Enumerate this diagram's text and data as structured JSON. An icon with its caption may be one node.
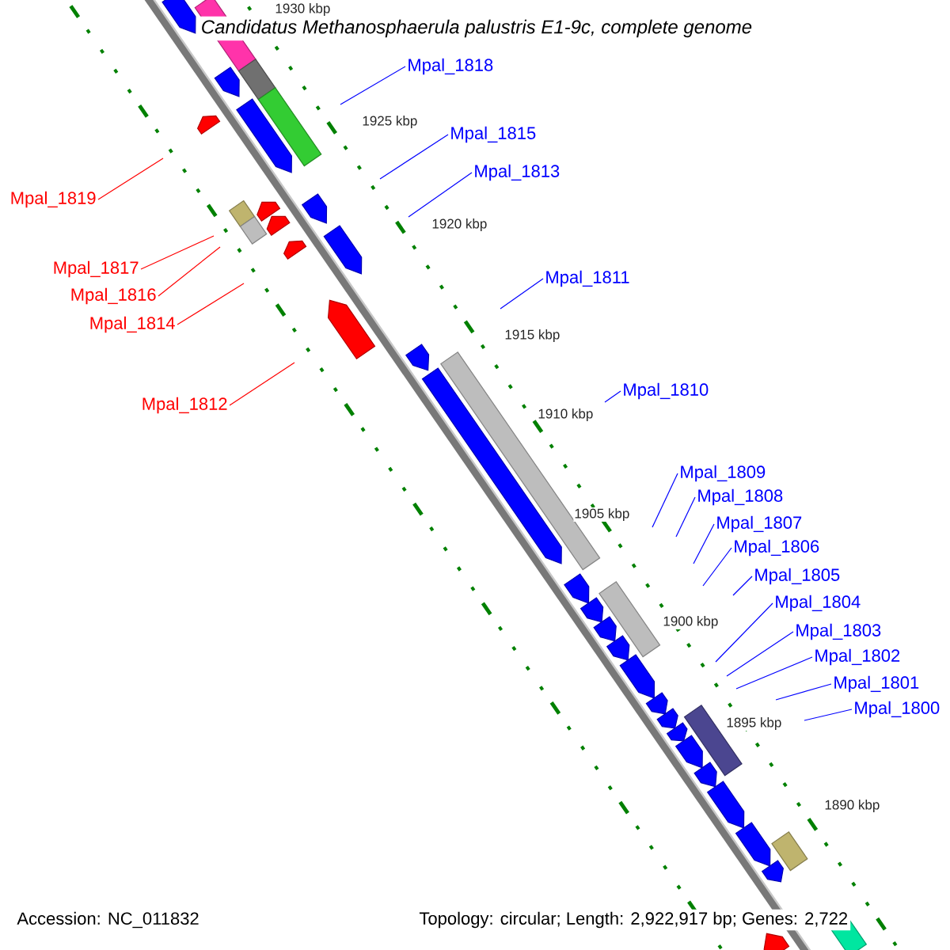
{
  "diagram": {
    "title": "Candidatus Methanosphaerula palustris E1-9c, complete genome",
    "nodes": [
      {
        "text": [
          "Mpal_1818"
        ]
      },
      {
        "text": [
          "Mpal_1815"
        ]
      },
      {
        "text": [
          "Mpal_1813"
        ]
      },
      {
        "text": [
          "Mpal_1819"
        ]
      },
      {
        "text": [
          "Mpal_1817"
        ]
      },
      {
        "text": [
          "Mpal_1811"
        ]
      },
      {
        "text": [
          "Mpal_1816"
        ]
      },
      {
        "text": [
          "Mpal_1814"
        ]
      },
      {
        "text": [
          "Mpal_1810"
        ]
      },
      {
        "text": [
          "Mpal_1812"
        ]
      },
      {
        "text": [
          "Mpal_1809"
        ]
      },
      {
        "text": [
          "Mpal_1808"
        ]
      },
      {
        "text": [
          "Mpal_1807"
        ]
      },
      {
        "text": [
          "Mpal_1806"
        ]
      },
      {
        "text": [
          "Mpal_1805"
        ]
      },
      {
        "text": [
          "Mpal_1804"
        ]
      },
      {
        "text": [
          "Mpal_1803"
        ]
      },
      {
        "text": [
          "Mpal_1802"
        ]
      },
      {
        "text": [
          "Mpal_1801"
        ]
      },
      {
        "text": [
          "Mpal_1800"
        ]
      }
    ],
    "edges": [
      {
        "from": 0,
        "to": null,
        "arrow": "none"
      },
      {
        "from": 1,
        "to": null,
        "arrow": "none"
      },
      {
        "from": 2,
        "to": null,
        "arrow": "none"
      },
      {
        "from": 3,
        "to": null,
        "arrow": "none",
        "color": "#ff0000"
      },
      {
        "from": 4,
        "to": null,
        "arrow": "none",
        "color": "#ff0000"
      },
      {
        "from": 5,
        "to": null,
        "arrow": "none"
      },
      {
        "from": 6,
        "to": null,
        "arrow": "none",
        "color": "#ff0000"
      },
      {
        "from": 7,
        "to": null,
        "arrow": "none",
        "color": "#ff0000"
      },
      {
        "from": 8,
        "to": null,
        "arrow": "none"
      },
      {
        "from": 9,
        "to": null,
        "arrow": "none",
        "color": "#ff0000"
      },
      {
        "from": 10,
        "to": null,
        "arrow": "none"
      },
      {
        "from": 11,
        "to": null,
        "arrow": "none"
      },
      {
        "from": 12,
        "to": null,
        "arrow": "none"
      },
      {
        "from": 13,
        "to": null,
        "arrow": "none"
      },
      {
        "from": 14,
        "to": null,
        "arrow": "none"
      },
      {
        "from": 15,
        "to": null,
        "arrow": "none"
      },
      {
        "from": 16,
        "to": null,
        "arrow": "none"
      },
      {
        "from": 17,
        "to": null,
        "arrow": "none"
      },
      {
        "from": 18,
        "to": null,
        "arrow": "none"
      },
      {
        "from": 19,
        "to": null,
        "arrow": "none"
      }
    ],
    "labels": [
      "1930 kbp",
      "1925 kbp",
      "1920 kbp",
      "1915 kbp",
      "1910 kbp",
      "1905 kbp",
      "1900 kbp",
      "1895 kbp",
      "1890 kbp",
      "Accession: NC_011832",
      "Topology: circular; Length: 2,922,917 bp; Genes: 2,722"
    ]
  }
}
